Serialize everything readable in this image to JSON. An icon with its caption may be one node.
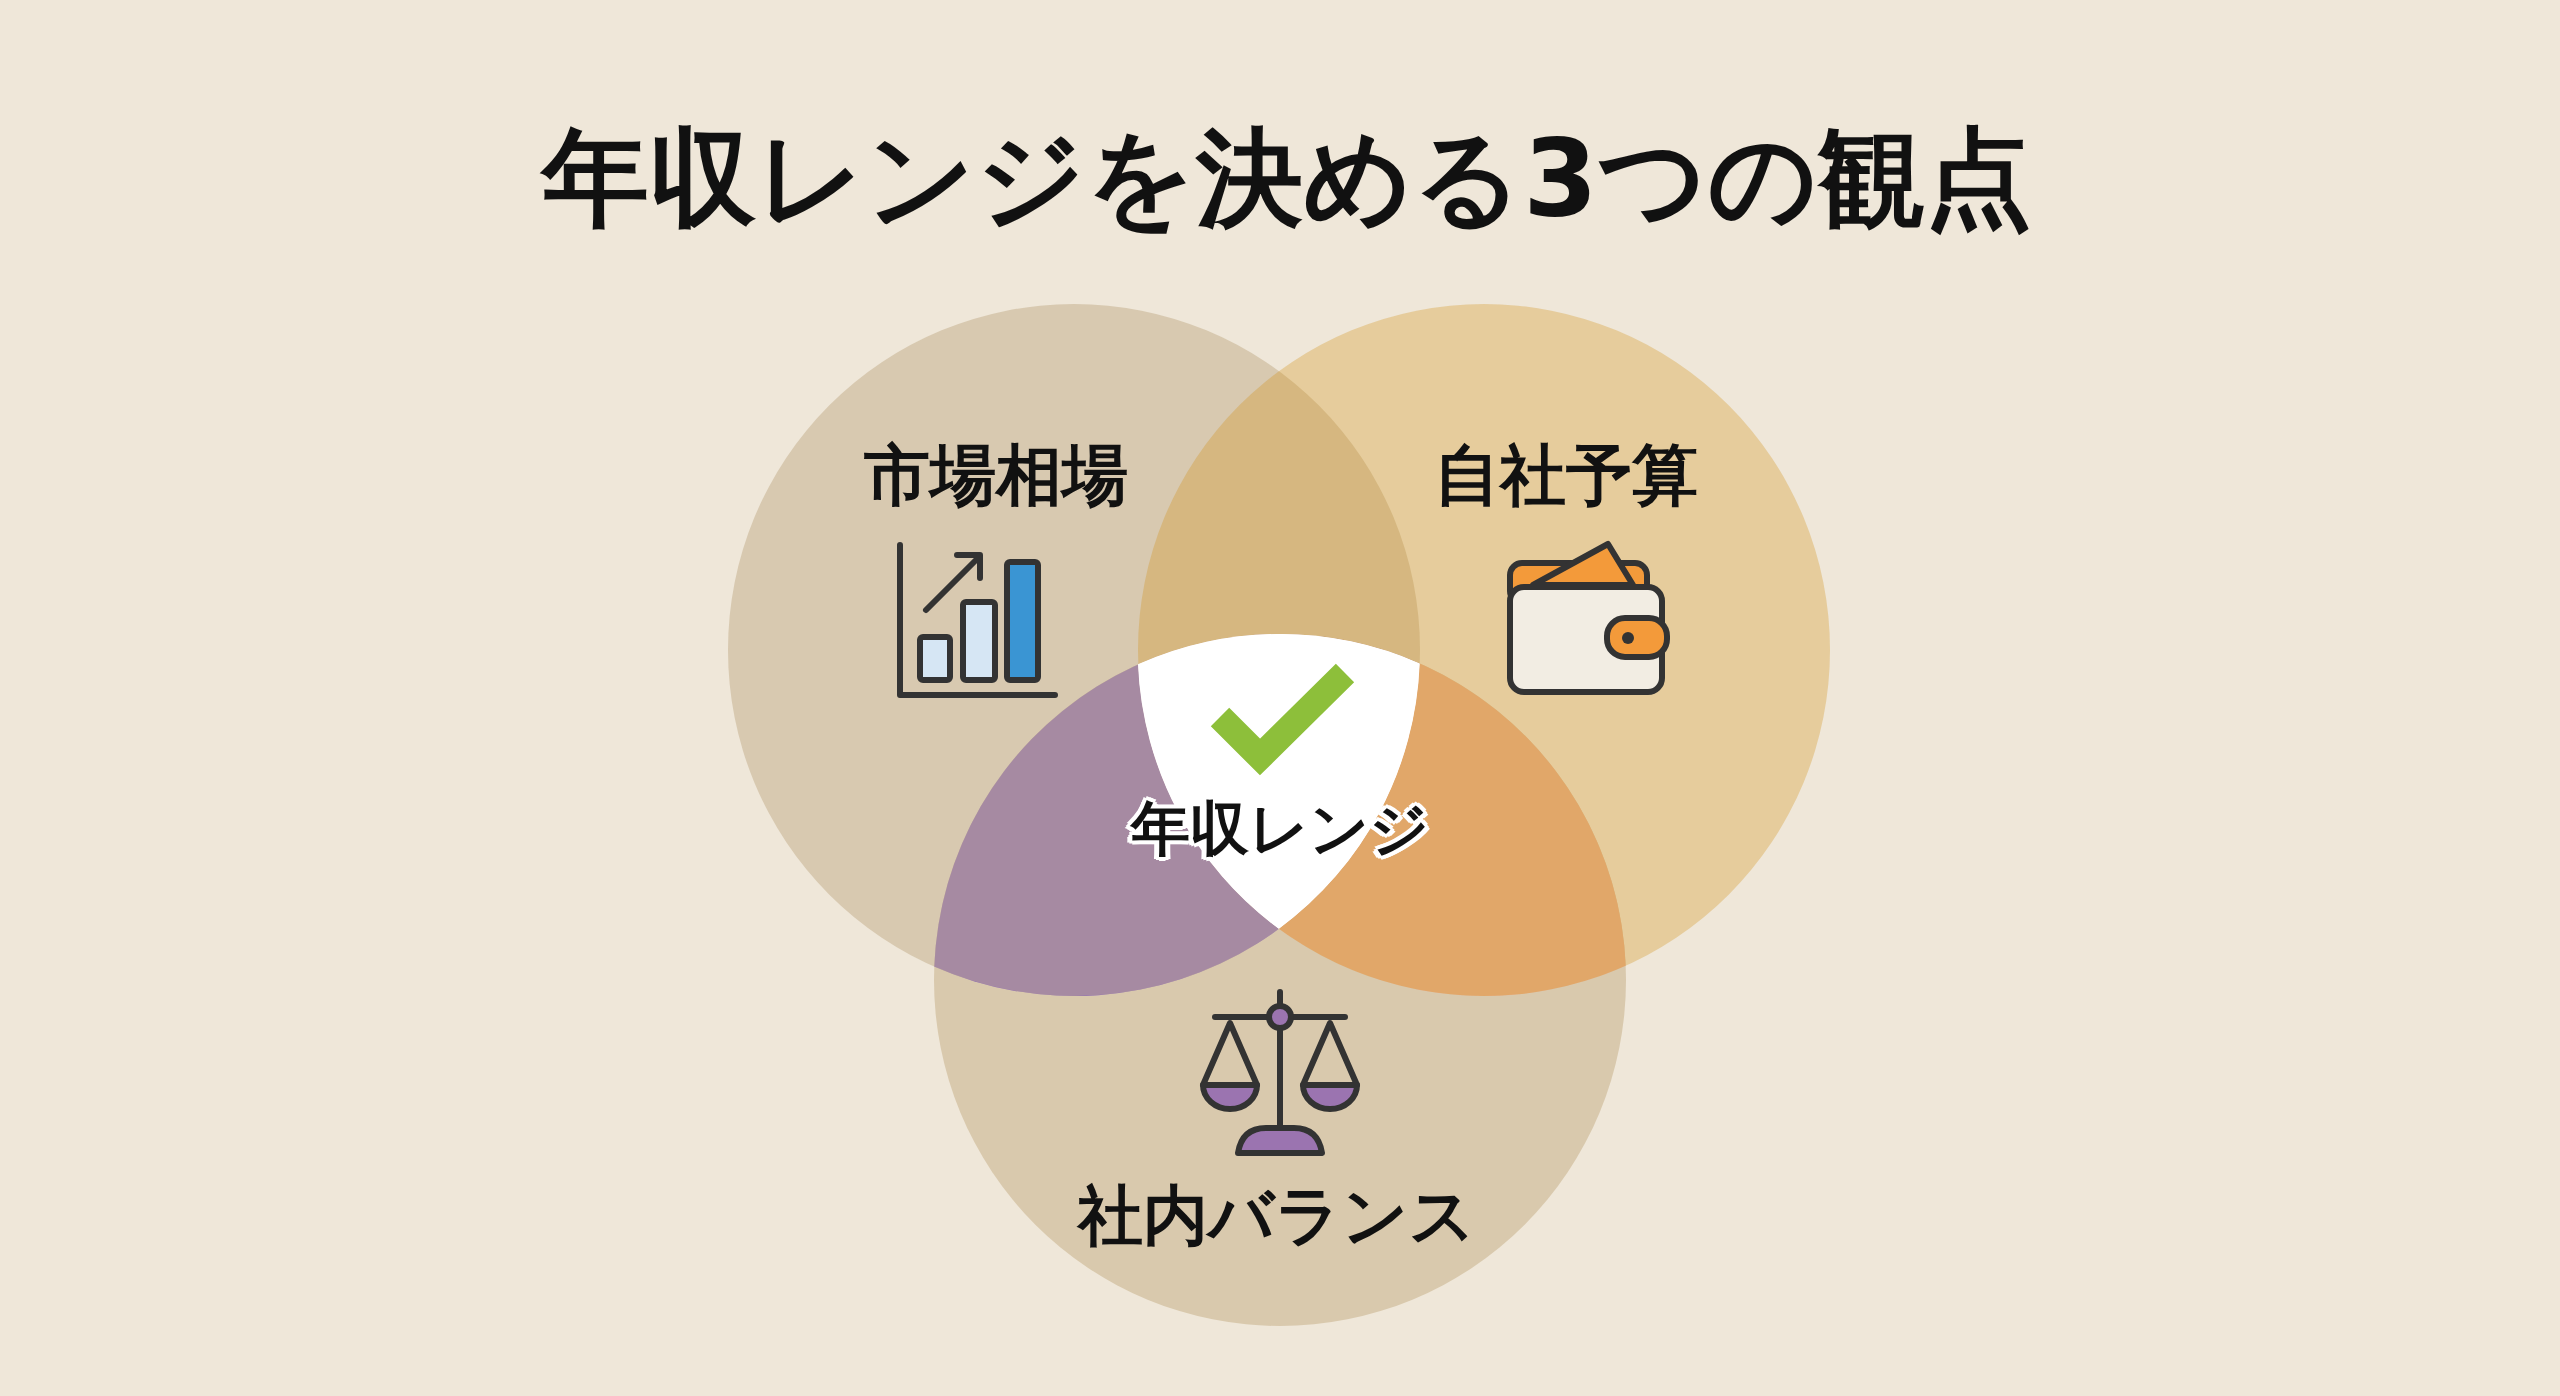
{
  "diagram": {
    "title": "年収レンジを決める3つの観点",
    "nodes": [
      {
        "text": [
          "市場相場"
        ]
      },
      {
        "text": [
          "自社予算"
        ]
      },
      {
        "text": [
          "社内バランス"
        ]
      },
      {
        "text": [
          "年収レンジ"
        ]
      }
    ]
  }
}
